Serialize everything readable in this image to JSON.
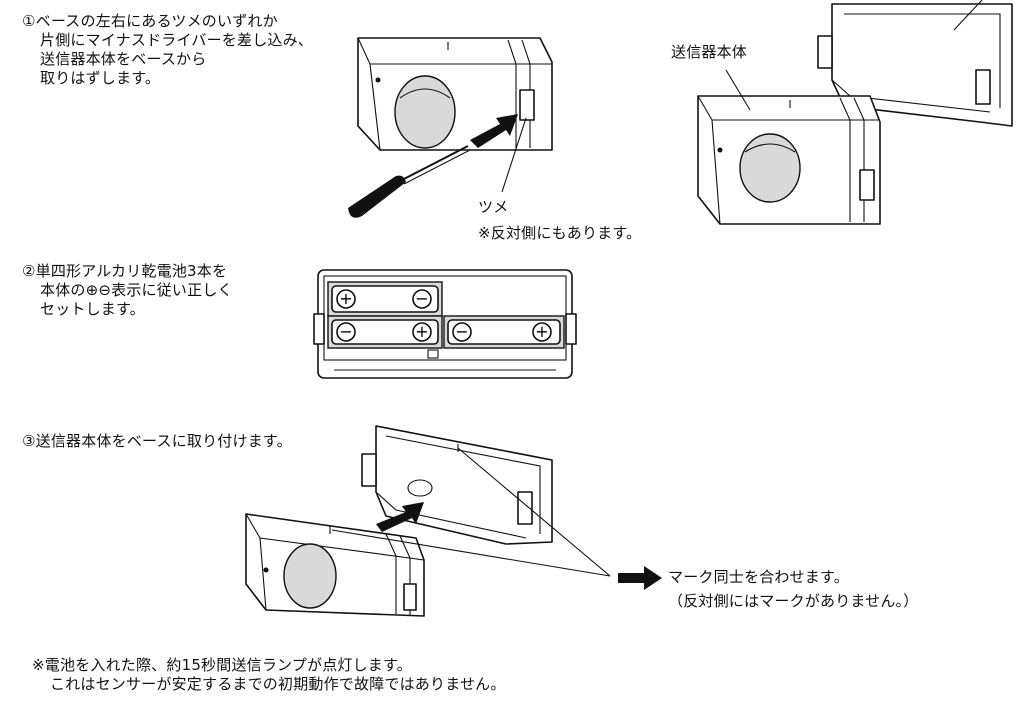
{
  "step1": {
    "lines": [
      "①ベースの左右にあるツメのいずれか",
      "片側にマイナスドライバーを差し込み、",
      "送信器本体をベースから",
      "取りはずします。"
    ],
    "claw_label": "ツメ",
    "claw_note": "※反対側にもあります。",
    "body_label": "送信器本体"
  },
  "step2": {
    "lines": [
      "②単四形アルカリ乾電池3本を",
      "本体の⊕⊖表示に従い正しく",
      "セットします。"
    ]
  },
  "step3": {
    "line": "③送信器本体をベースに取り付けます。",
    "mark_lines": [
      "マーク同士を合わせます。",
      "（反対側にはマークがありません。）"
    ]
  },
  "note": {
    "lines": [
      "※電池を入れた際、約15秒間送信ランプが点灯します。",
      "これはセンサーが安定するまでの初期動作で故障ではありません。"
    ]
  },
  "icons": [
    "screwdriver-icon",
    "arrow-right-icon",
    "battery-icon"
  ]
}
